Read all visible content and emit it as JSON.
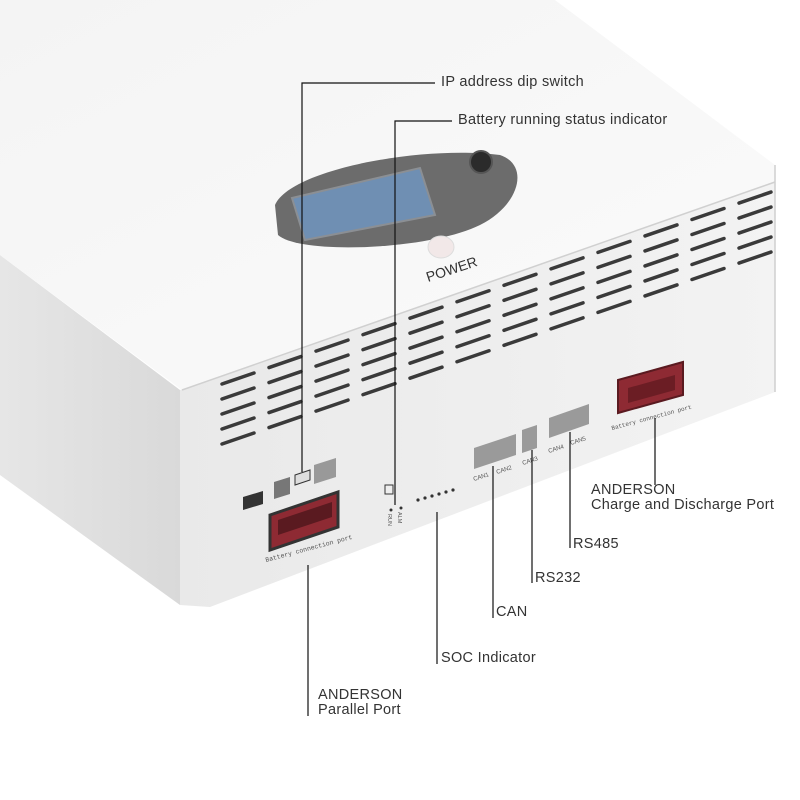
{
  "device": {
    "power_label": "POWER",
    "port_labels": [
      "CAN1",
      "CAN2",
      "CAN3",
      "CAN4",
      "CAN5"
    ],
    "battery_port_label": "Battery connection port",
    "led_labels": [
      "RUN",
      "ALM"
    ]
  },
  "callouts": {
    "ip_dip": "IP address dip switch",
    "status_indicator": "Battery running status indicator",
    "anderson_charge_line1": "ANDERSON",
    "anderson_charge_line2": "Charge and Discharge Port",
    "rs485": "RS485",
    "rs232": "RS232",
    "can": "CAN",
    "soc": "SOC Indicator",
    "anderson_parallel_line1": "ANDERSON",
    "anderson_parallel_line2": "Parallel Port"
  },
  "colors": {
    "connector_red": "#8e2a33",
    "screen_blue": "#6f8fb3",
    "body_white": "#f7f7f7",
    "front_gray": "#ebebeb"
  }
}
